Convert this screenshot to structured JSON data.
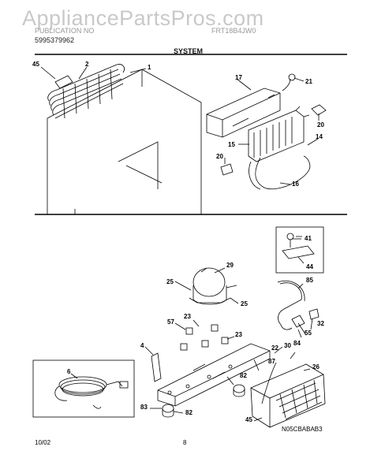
{
  "watermark": "AppliancePartsPros.com",
  "header": {
    "line1_left": "PUBLICATION NO",
    "line1_right": "FRT18B4JW0",
    "publication_number": "5995379962",
    "section_title": "SYSTEM"
  },
  "footer": {
    "date": "10/02",
    "page": "8",
    "code": "N05CBABAB3"
  },
  "callouts": {
    "c45a": "45",
    "c2": "2",
    "c1": "1",
    "c17": "17",
    "c21": "21",
    "c20a": "20",
    "c14": "14",
    "c15": "15",
    "c20b": "20",
    "c16": "16",
    "c41": "41",
    "c44": "44",
    "c29": "29",
    "c25a": "25",
    "c85": "85",
    "c25b": "25",
    "c57": "57",
    "c23a": "23",
    "c23b": "23",
    "c55": "55",
    "c32": "32",
    "c30": "30",
    "c84": "84",
    "c4": "4",
    "c22": "22",
    "c26": "26",
    "c6": "6",
    "c87": "87",
    "c82a": "82",
    "c83": "83",
    "c82b": "82",
    "c45b": "45"
  }
}
